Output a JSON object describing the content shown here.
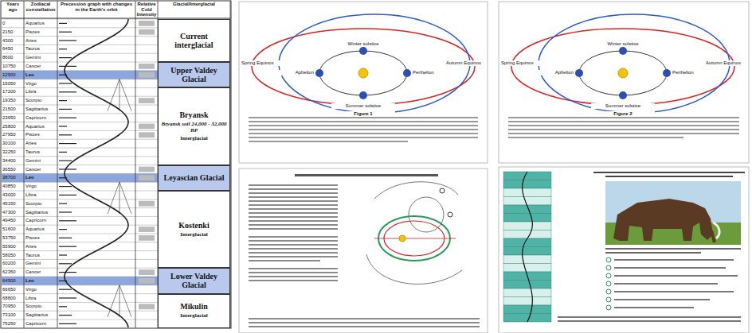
{
  "diagram": {
    "nodes": [
      {
        "text": [
          "Current interglacial"
        ]
      },
      {
        "text": [
          "Upper Valdey Glacial"
        ]
      },
      {
        "text": [
          "Bryansk",
          "Bryansk soil 24,000 - 32,000 BP",
          "Interglacial"
        ]
      },
      {
        "text": [
          "Leyascian Glacial"
        ]
      },
      {
        "text": [
          "Kostenki",
          "Interglacial"
        ]
      },
      {
        "text": [
          "Lower Valdey Glacial"
        ]
      },
      {
        "text": [
          "Mikulin",
          "Interglacial"
        ]
      }
    ],
    "labels": [
      "Years ago",
      "Zodiacal constellation",
      "Precession graph with changes in the Earth's orbit",
      "Relative Cold Intensity",
      "Glacial/Interglacial",
      "0",
      "2150",
      "4300",
      "6450",
      "8600",
      "10750",
      "12900",
      "15050",
      "17200",
      "19350",
      "21500",
      "23650",
      "25800",
      "27950",
      "30100",
      "32250",
      "34400",
      "36550",
      "38700",
      "40850",
      "43000",
      "45150",
      "47300",
      "49450",
      "51600",
      "53750",
      "55900",
      "58050",
      "60200",
      "62350",
      "64500",
      "66650",
      "68800",
      "70950",
      "73100",
      "75250",
      "Aquarius",
      "Pisces",
      "Aries",
      "Taurus",
      "Gemini",
      "Cancer",
      "Leo",
      "Virgo",
      "Libra",
      "Scorpio",
      "Sagittarius",
      "Capricorn",
      "Aquarius",
      "Pisces",
      "Aries",
      "Taurus",
      "Gemini",
      "Cancer",
      "Leo",
      "Virgo",
      "Libra",
      "Scorpio",
      "Sagittarius",
      "Capricorn",
      "Aquarius",
      "Pisces",
      "Aries",
      "Taurus",
      "Gemini",
      "Cancer",
      "Leo",
      "Virgo",
      "Libra",
      "Scorpio",
      "Sagittarius",
      "Capricorn",
      "Aphelion",
      "Perihelion",
      "Winter solstice",
      "Summer solstice",
      "Spring Equinox",
      "Autumn Equinox",
      "Figure 1",
      "Aphelion",
      "Perihelion",
      "Winter solstice",
      "Summer solstice",
      "Spring Equinox",
      "Autumn Equinox",
      "Figure 2"
    ]
  }
}
